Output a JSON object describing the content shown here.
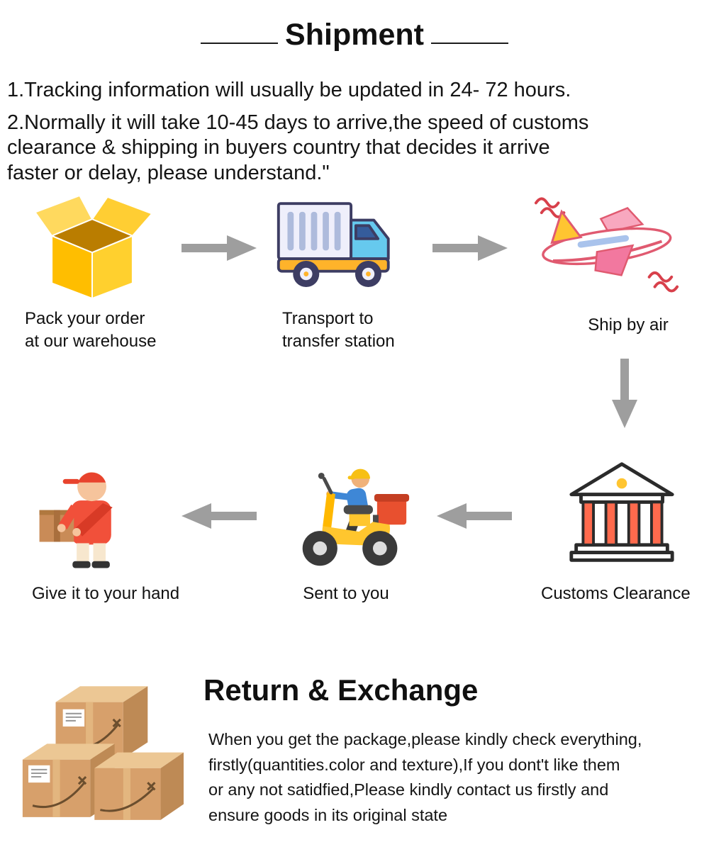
{
  "shipment": {
    "title": "Shipment",
    "notes": [
      "1.Tracking information will usually be updated in 24- 72 hours.",
      "2.Normally it will take 10-45 days to arrive,the speed of customs\nclearance & shipping in buyers country that decides it arrive\nfaster or delay, please understand.\""
    ],
    "steps": [
      {
        "id": "pack",
        "icon": "open-box-icon",
        "label": "Pack your order\nat our warehouse"
      },
      {
        "id": "transport",
        "icon": "delivery-truck-icon",
        "label": "Transport to\ntransfer station"
      },
      {
        "id": "air",
        "icon": "airplane-icon",
        "label": "Ship by air"
      },
      {
        "id": "customs",
        "icon": "customs-building-icon",
        "label": "Customs Clearance"
      },
      {
        "id": "sent",
        "icon": "delivery-scooter-icon",
        "label": "Sent to you"
      },
      {
        "id": "hand",
        "icon": "courier-icon",
        "label": "Give it to your hand"
      }
    ]
  },
  "returns": {
    "title": "Return & Exchange",
    "body": "When you get the package,please kindly check everything,\nfirstly(quantities.color and texture),If you dont't like them\nor any not satidfied,Please kindly contact us firstly and\n ensure goods in its original state"
  },
  "colors": {
    "arrow_gray": "#9e9e9e",
    "box_yellow": "#ffbe00",
    "truck_blue": "#66c9ee",
    "plane_pink": "#e05a70",
    "customs_red": "#ff6a4d",
    "scooter_yellow": "#ffc62e",
    "courier_red": "#f1503a",
    "carton_tan": "#d7a06b",
    "text": "#121212"
  }
}
